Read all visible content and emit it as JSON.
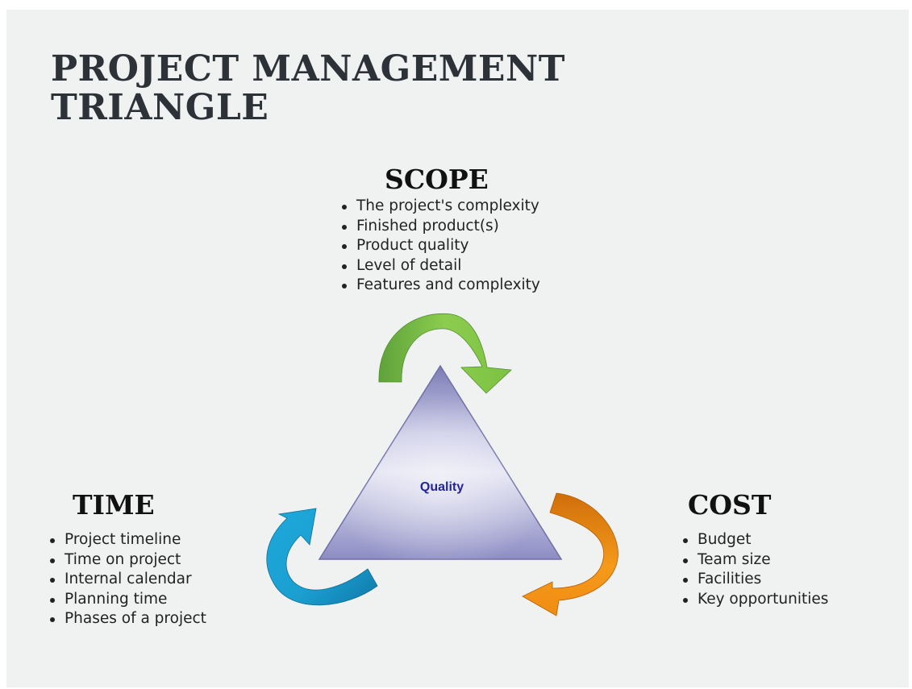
{
  "title": {
    "line1": "PROJECT MANAGEMENT",
    "line2": "TRIANGLE"
  },
  "center": {
    "label": "Quality",
    "label_color": "#24249a"
  },
  "scope": {
    "heading": "SCOPE",
    "items": [
      "The project's complexity",
      "Finished product(s)",
      "Product quality",
      "Level of detail",
      "Features and complexity"
    ],
    "arrow_color": "#7dc242"
  },
  "time": {
    "heading": "TIME",
    "items": [
      "Project timeline",
      "Time on project",
      "Internal calendar",
      "Planning time",
      "Phases of a project"
    ],
    "arrow_color": "#1a9fd0"
  },
  "cost": {
    "heading": "COST",
    "items": [
      "Budget",
      "Team size",
      "Facilities",
      "Key opportunities"
    ],
    "arrow_color": "#f08c12"
  },
  "colors": {
    "background": "#f0f1f1",
    "title": "#2d3238",
    "triangle": "#9898c8"
  }
}
